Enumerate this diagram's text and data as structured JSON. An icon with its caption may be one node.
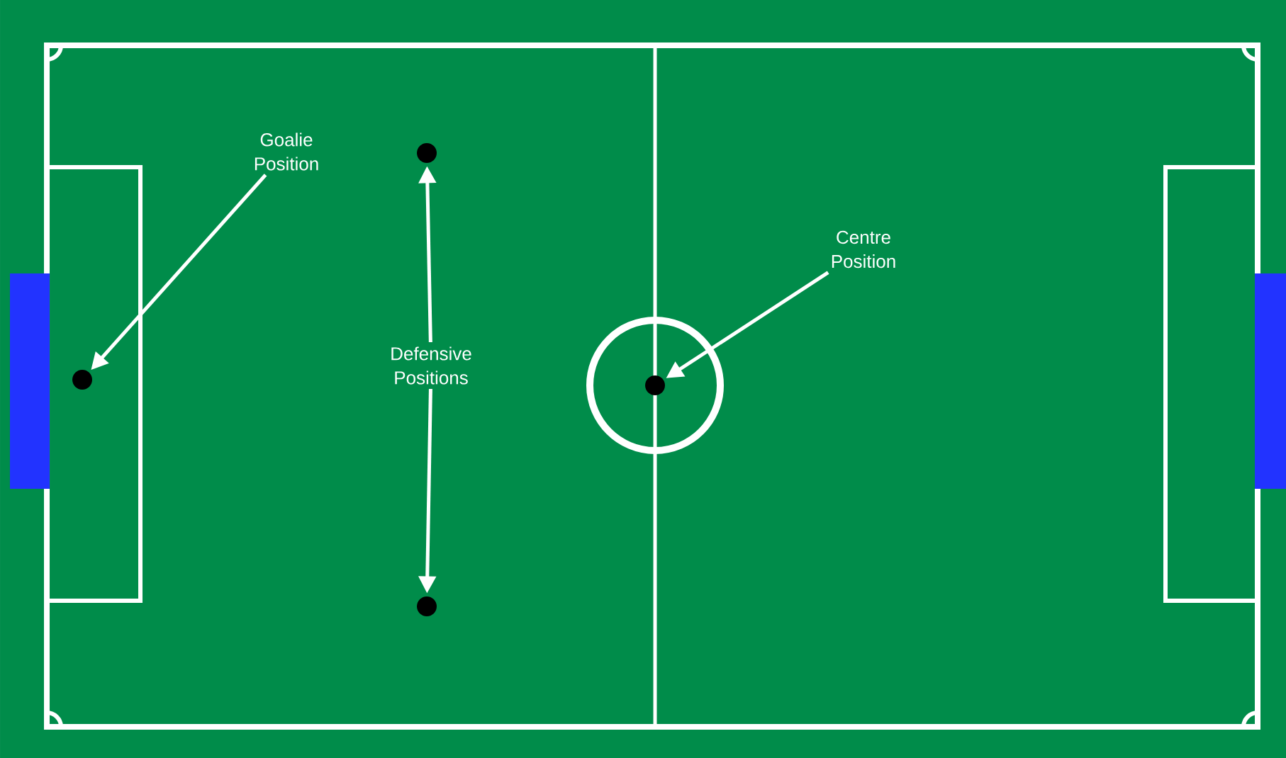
{
  "diagram": {
    "nodes": [
      {
        "text": [
          "Goalie Position"
        ]
      },
      {
        "text": [],
        "shape": "circle"
      },
      {
        "text": [
          "Defensive Positions"
        ]
      },
      {
        "text": [],
        "shape": "circle"
      },
      {
        "text": [],
        "shape": "circle"
      },
      {
        "text": [
          "Centre Position"
        ]
      },
      {
        "text": [],
        "shape": "circle"
      }
    ],
    "edges": [
      {
        "from": 0,
        "to": 1,
        "arrow": "to"
      },
      {
        "from": 2,
        "to": 3,
        "arrow": "to"
      },
      {
        "from": 2,
        "to": 4,
        "arrow": "to"
      },
      {
        "from": 5,
        "to": 6,
        "arrow": "to"
      }
    ]
  }
}
